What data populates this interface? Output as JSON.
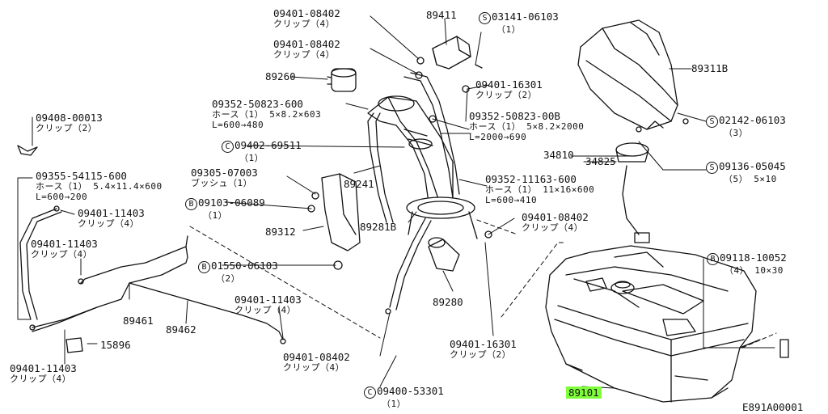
{
  "labels": {
    "p1": {
      "code": "09401-08402",
      "sub": "クリップ（4）"
    },
    "p2": {
      "code": "09401-08402",
      "sub": "クリップ（4）"
    },
    "p3": {
      "code": "89411"
    },
    "p4": {
      "prefix": "S",
      "code": "03141-06103",
      "sub": "（1）"
    },
    "p5": {
      "code": "89311B"
    },
    "p6": {
      "code": "89260"
    },
    "p7": {
      "code": "09401-16301",
      "sub": "クリップ（2）"
    },
    "p8": {
      "line1": "09352-50823-600",
      "line2": "ホース（1） 5×8.2×603",
      "line3": "L=600→480"
    },
    "p9": {
      "line1": "09352-50823-00B",
      "line2": "ホース（1） 5×8.2×2000",
      "line3": "L=2000→690"
    },
    "p10": {
      "prefix": "S",
      "code": "02142-06103",
      "sub": "（3）"
    },
    "p11": {
      "code": "09408-00013",
      "sub": "クリップ（2）"
    },
    "p12": {
      "prefix": "C",
      "code": "09402-69511",
      "sub": "（1）"
    },
    "p13a": {
      "code": "34810"
    },
    "p13b": {
      "code": "34825"
    },
    "p14": {
      "code": "09305-07003",
      "sub": "ブッシュ（1）"
    },
    "p15": {
      "code": "89241"
    },
    "p16": {
      "prefix": "S",
      "code": "09136-05045",
      "sub": "（5） 5×10"
    },
    "p17": {
      "line1": "09355-54115-600",
      "line2": "ホース（1） 5.4×11.4×600",
      "line3": "L=600→200"
    },
    "p18": {
      "prefix": "B",
      "code": "09103-06089",
      "sub": "（1）"
    },
    "p19": {
      "line1": "09352-11163-600",
      "line2": "ホース（1） 11×16×600",
      "line3": "L=600→410"
    },
    "p20": {
      "code": "09401-11403",
      "sub": "クリップ（4）"
    },
    "p21": {
      "code": "89281B"
    },
    "p22": {
      "code": "09401-08402",
      "sub": "クリップ（4）"
    },
    "p23": {
      "code": "89312"
    },
    "p24": {
      "code": "09401-11403",
      "sub": "クリップ（4）"
    },
    "p25": {
      "prefix": "B",
      "code": "01550-06103",
      "sub": "（2）"
    },
    "p26": {
      "prefix": "B",
      "code": "09118-10052",
      "sub": "（4） 10×30"
    },
    "p27": {
      "code": "89461"
    },
    "p28": {
      "code": "09401-11403",
      "sub": "クリップ（4）"
    },
    "p29": {
      "code": "89280"
    },
    "p30": {
      "code": "89462"
    },
    "p31": {
      "code": "15896"
    },
    "p32": {
      "code": "09401-16301",
      "sub": "クリップ（2）"
    },
    "p33": {
      "code": "09401-08402",
      "sub": "クリップ（4）"
    },
    "p34": {
      "code": "09401-11403",
      "sub": "クリップ（4）"
    },
    "p35": {
      "prefix": "C",
      "code": "09400-53301",
      "sub": "（1）"
    },
    "p36": {
      "code": "89101"
    },
    "ref": {
      "code": "E891A00001"
    }
  },
  "colors": {
    "ink": "#111111",
    "highlight": "#7fff3a",
    "background": "#ffffff"
  }
}
